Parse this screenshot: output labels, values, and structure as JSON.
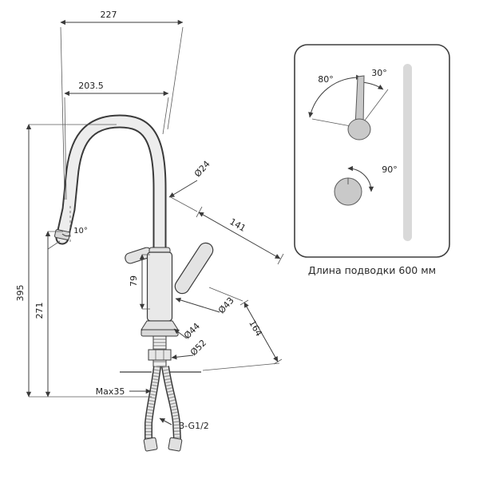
{
  "colors": {
    "line": "#3a3a3a",
    "fill_light": "#e9e9e9",
    "inset_bar": "#d9d9d9"
  },
  "drawing": {
    "dimensions": {
      "total_length": "227",
      "spout_reach": "203.5",
      "spout_tube_diameter": "Ø24",
      "spout_outlet_angle": "10°",
      "upper_depth": "141",
      "handle_zone_height": "79",
      "body_diameter": "Ø43",
      "lower_depth": "164",
      "base_diameter": "Ø44",
      "flange_diameter": "Ø52",
      "total_height": "395",
      "spout_outlet_height": "271",
      "max_deck_thickness": "Max35",
      "connection_thread": "3-G1/2"
    }
  },
  "inset": {
    "handle_tilt_left": "80°",
    "handle_tilt_right": "30°",
    "handle_rotation": "90°",
    "caption": "Длина подводки 600 мм"
  }
}
